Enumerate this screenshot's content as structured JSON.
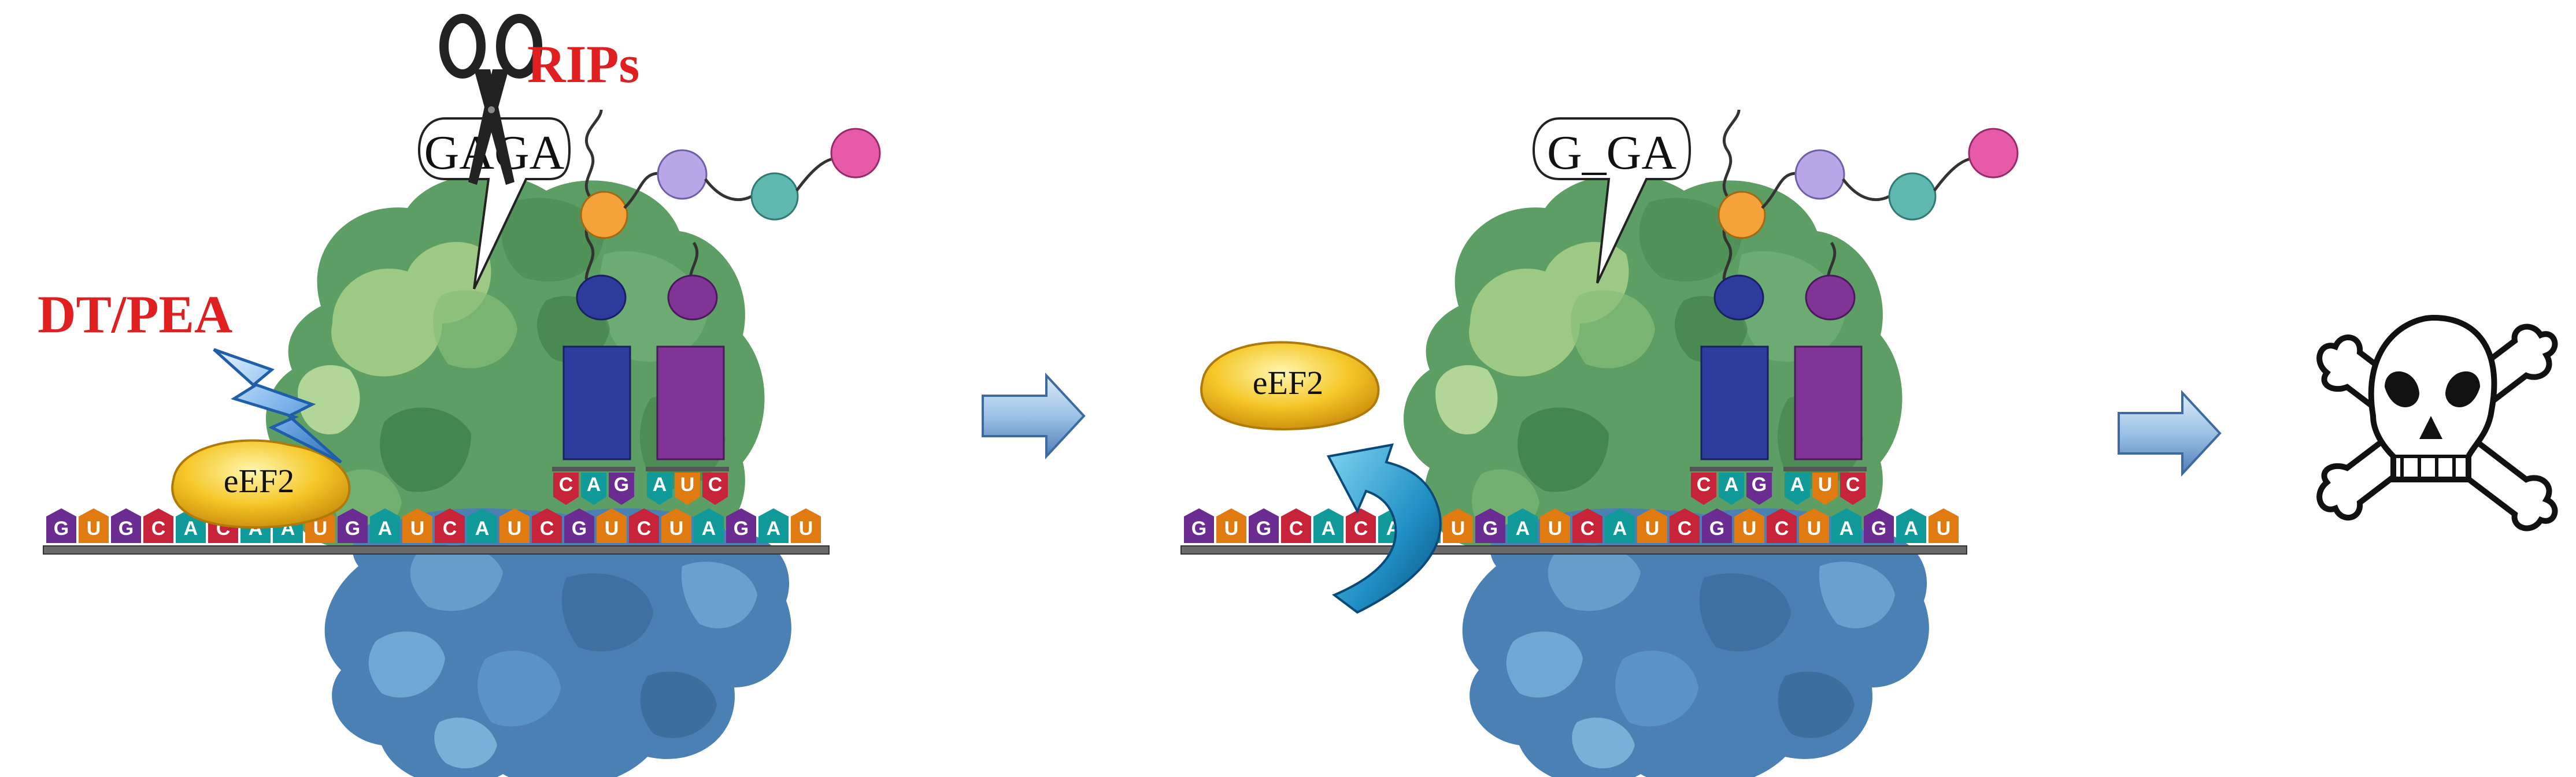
{
  "labels": {
    "rips": "RIPs",
    "dt_pea": "DT/PEA",
    "callout_intact": "GAGA",
    "callout_cleaved": "G_GA",
    "eef2": "eEF2"
  },
  "mrna": {
    "sequence": [
      "G",
      "U",
      "G",
      "C",
      "A",
      "C",
      "A",
      "A",
      "U",
      "G",
      "A",
      "U",
      "C",
      "A",
      "U",
      "C",
      "G",
      "U",
      "C",
      "U",
      "A",
      "G",
      "A",
      "U"
    ]
  },
  "codons": {
    "left": [
      "C",
      "A",
      "G"
    ],
    "right": [
      "A",
      "U",
      "C"
    ]
  },
  "colors": {
    "G": "#6a2c91",
    "U": "#e07b12",
    "C": "#c7243a",
    "A": "#119a9a",
    "ribosome_large": "#5c9e63",
    "ribosome_small": "#4a80b4",
    "trna_left": "#2e3a9c",
    "trna_right": "#7f3496",
    "label_red": "#e02020"
  },
  "icons": {
    "scissors": "scissors-icon",
    "lightning": "lightning-icon",
    "arrow": "arrow-right-icon",
    "skull": "skull-crossbones-icon",
    "curved_arrow": "curved-arrow-icon"
  }
}
